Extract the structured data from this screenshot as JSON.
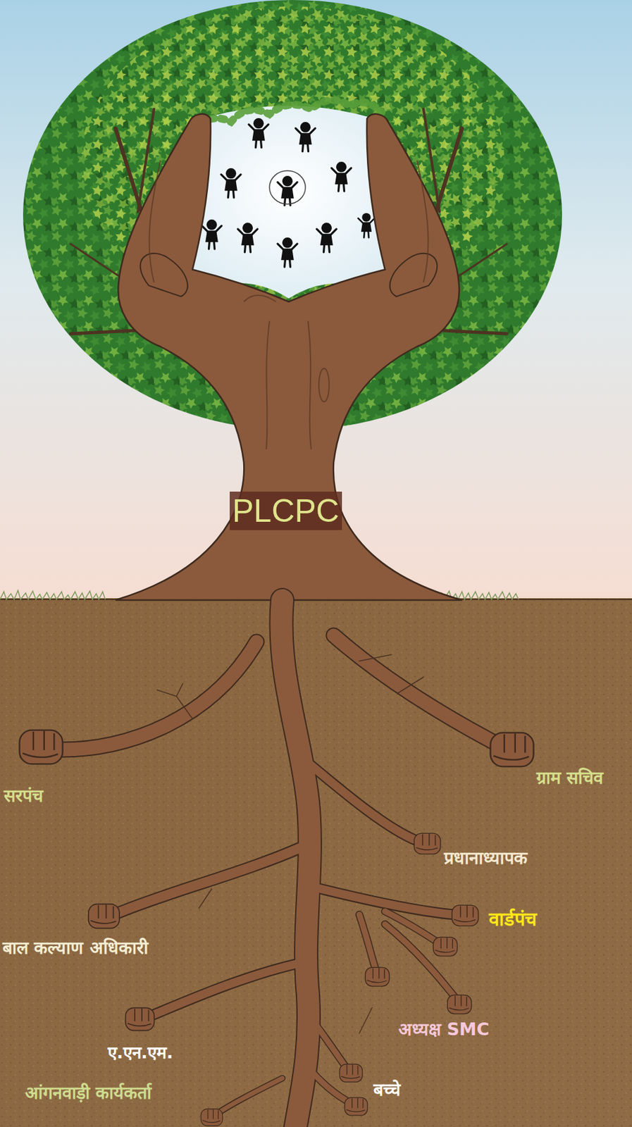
{
  "diagram": {
    "labels": [
      "PLCPC",
      "सरपंच",
      "ग्राम सचिव",
      "प्रधानाध्यापक",
      "वार्डपंच",
      "बाल कल्याण अधिकारी",
      "ए.एन.एम.",
      "आंगनवाड़ी कार्यकर्ता",
      "अध्यक्ष SMC",
      "बच्चे"
    ]
  }
}
